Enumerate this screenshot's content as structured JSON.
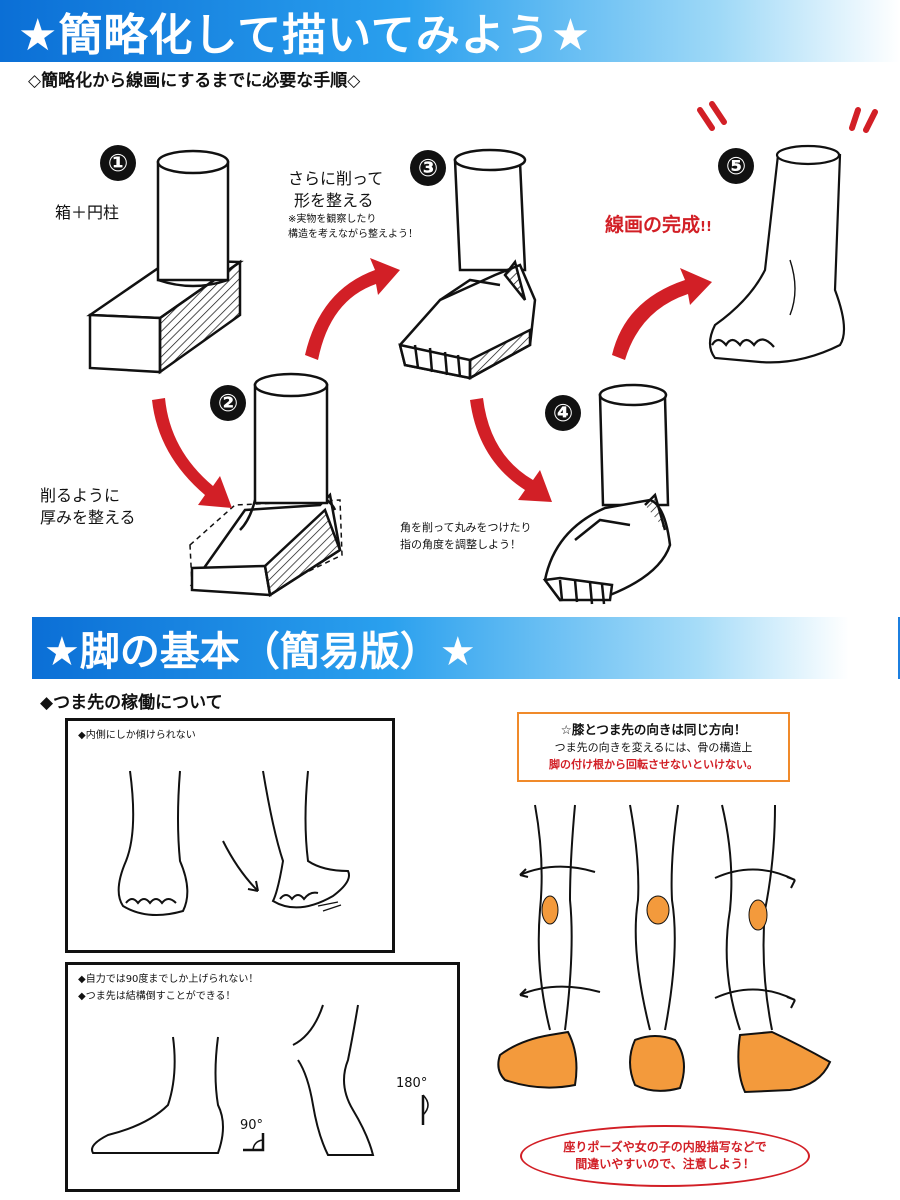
{
  "header": {
    "title": "★簡略化して描いてみよう★"
  },
  "section1": {
    "subtitle": "◇簡略化から線画にするまでに必要な手順◇",
    "steps": [
      {
        "num": "①",
        "label": "箱＋円柱"
      },
      {
        "num": "②",
        "label_lines": [
          "削るように",
          "厚みを整える"
        ]
      },
      {
        "num": "③",
        "label_lines": [
          "さらに削って",
          "形を整える"
        ],
        "note_lines": [
          "※実物を観察したり",
          "構造を考えながら整えよう！"
        ]
      },
      {
        "num": "④",
        "note_lines": [
          "角を削って丸みをつけたり",
          "指の角度を調整しよう！"
        ]
      },
      {
        "num": "⑤",
        "label": "線画の完成",
        "label_suffix": "!!"
      }
    ],
    "colors": {
      "arrow": "#d21f26",
      "accent": "#0b6fd6"
    }
  },
  "section2": {
    "title": "★脚の基本（簡易版）★",
    "subtitle": "◆つま先の稼働について",
    "panel1_note": "◆内側にしか傾けられない",
    "panel2_notes": [
      "◆自力では90度までしか上げられない！",
      "◆つま先は結構倒すことができる！"
    ],
    "angle_90": "90°",
    "angle_180": "180°",
    "knee_box": {
      "title": "☆膝とつま先の向きは同じ方向！",
      "line1": "つま先の向きを変えるには、骨の構造上",
      "line2": "脚の付け根から回転させないといけない。"
    },
    "warning_lines": [
      "座りポーズや女の子の内股描写などで",
      "間違いやすいので、注意しよう！"
    ],
    "colors": {
      "foot_fill": "#f39a3c",
      "knee_fill": "#f39a3c",
      "box_border": "#f08a2a",
      "warning": "#d21f26"
    }
  }
}
